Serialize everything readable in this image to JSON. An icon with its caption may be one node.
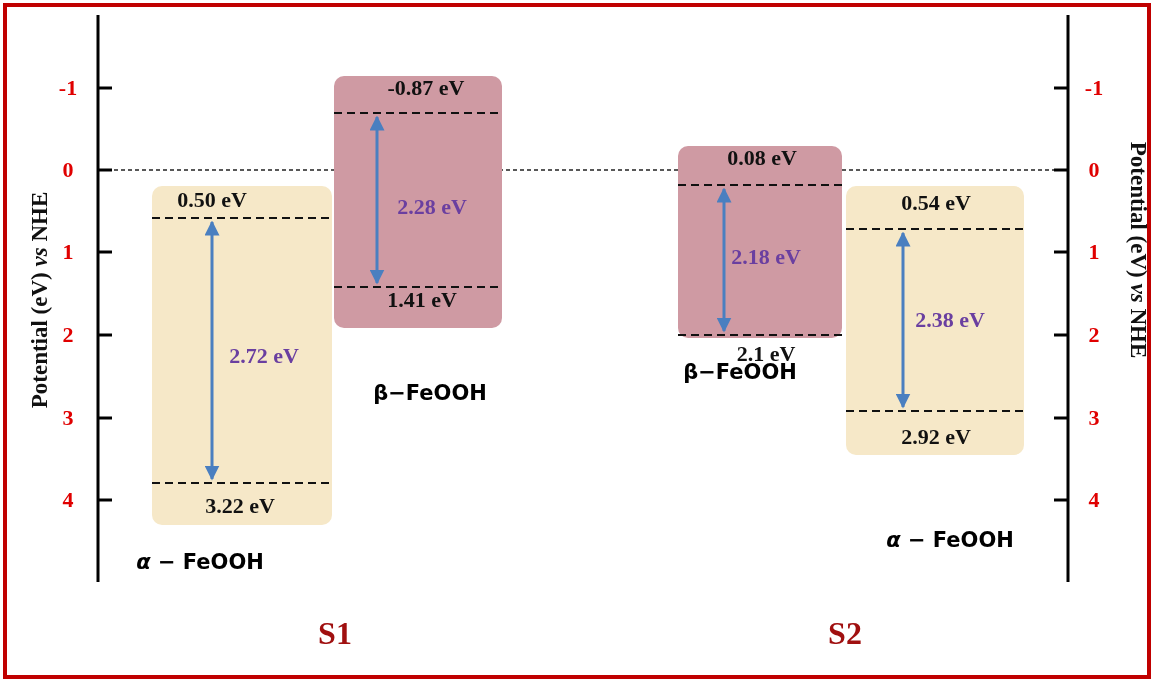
{
  "diagram": {
    "nodes": [
      {
        "text": [
          "0.50 eV",
          "2.72 eV",
          "3.22 eV"
        ],
        "beside": [
          "*α* − FeOOH"
        ]
      },
      {
        "text": [
          "-0.87 eV",
          "2.28 eV",
          "1.41 eV"
        ],
        "beside": [
          "β−FeOOH"
        ]
      },
      {
        "text": [
          "0.08 eV",
          "2.18 eV",
          "2.1 eV"
        ],
        "beside": [
          "β−FeOOH"
        ]
      },
      {
        "text": [
          "0.54 eV",
          "2.38 eV",
          "2.92 eV"
        ],
        "beside": [
          "*α* − FeOOH"
        ]
      }
    ],
    "edges": [],
    "labels": [
      "-1",
      "0",
      "1",
      "2",
      "3",
      "4",
      "Potential (eV) *vs* NHE",
      "-1",
      "0",
      "1",
      "2",
      "3",
      "4",
      "Potential (eV) *vs* NHE",
      "S1",
      "S2"
    ]
  }
}
